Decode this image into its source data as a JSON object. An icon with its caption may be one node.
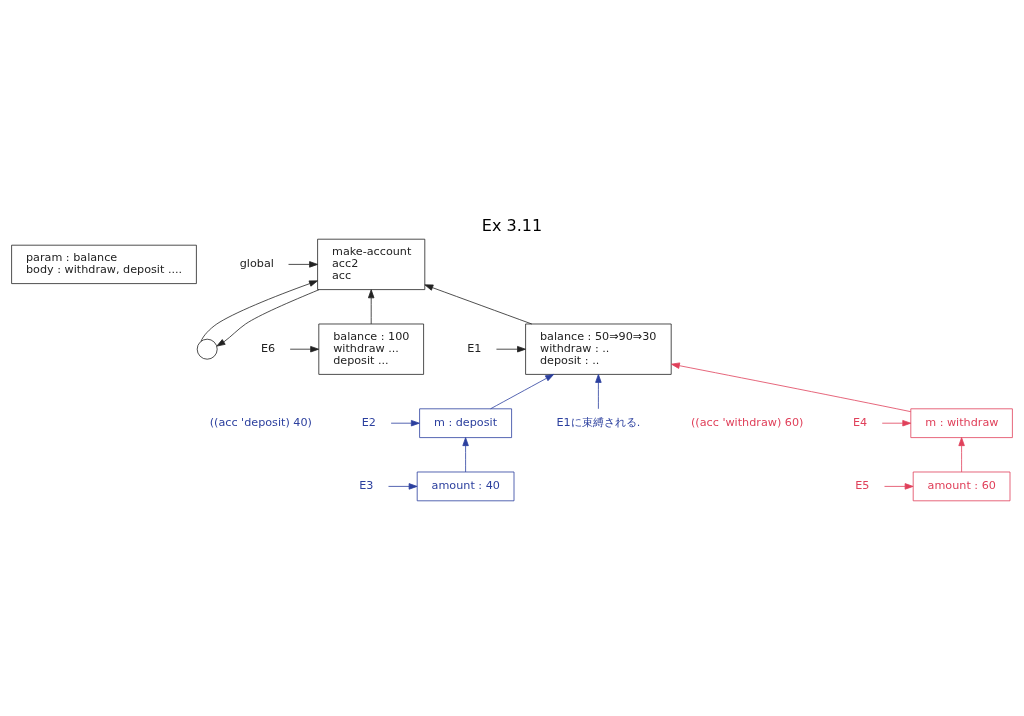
{
  "diagram": {
    "title": "Ex 3.11",
    "nodes": [
      {
        "text": [
          "param : balance",
          "body : withdraw, deposit ...."
        ]
      },
      {
        "text": [],
        "shape": "circle"
      },
      {
        "text": [
          "global"
        ]
      },
      {
        "text": [
          "make-account",
          "acc2",
          "acc"
        ]
      },
      {
        "text": [
          "E6"
        ]
      },
      {
        "text": [
          "balance : 100",
          "withdraw ...",
          "deposit ..."
        ]
      },
      {
        "text": [
          "E1"
        ]
      },
      {
        "text": [
          "balance : 50⇒90⇒30",
          "withdraw : ..",
          "deposit : .."
        ]
      },
      {
        "text": [
          "E2"
        ]
      },
      {
        "text": [
          "m : deposit"
        ]
      },
      {
        "text": [
          "E3"
        ]
      },
      {
        "text": [
          "amount : 40"
        ]
      },
      {
        "text": [
          "E1に束縛される."
        ]
      },
      {
        "text": [
          "E4"
        ]
      },
      {
        "text": [
          "m : withdraw"
        ]
      },
      {
        "text": [
          "E5"
        ]
      },
      {
        "text": [
          "amount : 60"
        ]
      }
    ],
    "edges": [
      {
        "from": 3,
        "to": 1,
        "arrow": "to"
      },
      {
        "from": 1,
        "to": 3,
        "arrow": "to"
      },
      {
        "from": 2,
        "to": 3,
        "arrow": "to"
      },
      {
        "from": 7,
        "to": 3,
        "arrow": "to"
      },
      {
        "from": 5,
        "to": 3,
        "arrow": "to"
      },
      {
        "from": 4,
        "to": 5,
        "arrow": "to"
      },
      {
        "from": 6,
        "to": 7,
        "arrow": "to"
      },
      {
        "from": 8,
        "to": 9,
        "arrow": "to",
        "color": "#2b3f9e"
      },
      {
        "from": 9,
        "to": 7,
        "arrow": "to",
        "color": "#2b3f9e"
      },
      {
        "from": 10,
        "to": 11,
        "arrow": "to",
        "color": "#2b3f9e"
      },
      {
        "from": 11,
        "to": 9,
        "arrow": "to",
        "color": "#2b3f9e"
      },
      {
        "from": 12,
        "to": 7,
        "arrow": "to",
        "color": "#2b3f9e"
      },
      {
        "from": 13,
        "to": 14,
        "arrow": "to",
        "color": "#e0405a"
      },
      {
        "from": 14,
        "to": 7,
        "arrow": "to",
        "color": "#e0405a"
      },
      {
        "from": 15,
        "to": 16,
        "arrow": "to",
        "color": "#e0405a"
      },
      {
        "from": 16,
        "to": 14,
        "arrow": "to",
        "color": "#e0405a"
      }
    ],
    "labels": [
      "((acc 'deposit) 40)",
      "((acc 'withdraw) 60)"
    ]
  }
}
